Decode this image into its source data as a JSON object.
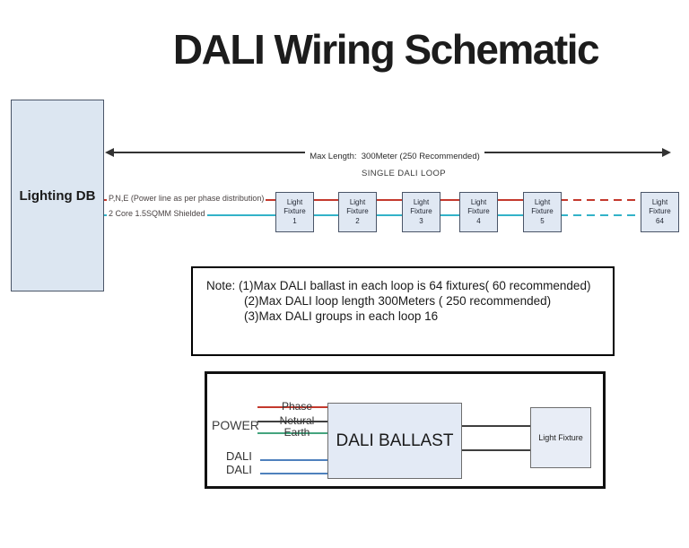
{
  "title": "DALI Wiring Schematic",
  "colors": {
    "box_fill": "#dce6f1",
    "box_border": "#4a5568",
    "power_wire_red": "#c4392d",
    "dali_wire_cyan": "#32b2c8",
    "earth_green": "#44a47e",
    "dali_blue": "#4f81bd",
    "neutral_dark": "#404040"
  },
  "loop_diagram": {
    "source_label": "Lighting DB",
    "max_length_label": "Max Length:  300Meter (250 Recommended)",
    "loop_label": "SINGLE DALI LOOP",
    "power_wire_label": "P,N,E (Power line as per phase distribution)",
    "dali_wire_label": "2 Core 1.5SQMM Shielded",
    "fixtures": [
      "Light\nFixture\n1",
      "Light\nFixture\n2",
      "Light\nFixture\n3",
      "Light\nFixture\n4",
      "Light\nFixture\n5",
      "Light\nFixture\n64"
    ]
  },
  "note": {
    "line1": "Note: (1)Max DALI ballast in each loop is 64 fixtures( 60 recommended)",
    "line2": "(2)Max DALI loop length 300Meters ( 250 recommended)",
    "line3": "(3)Max DALI groups in each loop 16"
  },
  "ballast_detail": {
    "power_label": "POWER",
    "phase_label": "Phase",
    "neutral_label": "Netural",
    "earth_label": "Earth",
    "dali_label_1": "DALI",
    "dali_label_2": "DALI",
    "ballast_label": "DALI BALLAST",
    "fixture_label": "Light Fixture"
  }
}
